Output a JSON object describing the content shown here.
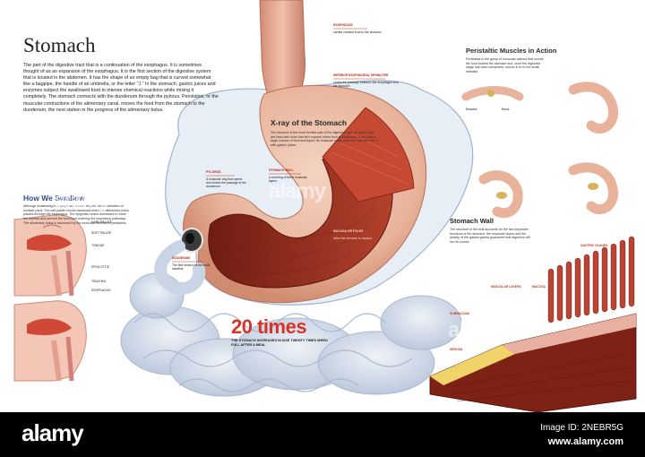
{
  "title": "Stomach",
  "intro": "The part of the digestive tract that is a continuation of the esophagus. It is sometimes thought of as an expansion of the esophagus. It is the first section of the digestive system that is located in the abdomen. It has the shape of an empty bag that is curved somewhat like a bagpipe, the handle of an umbrella, or the letter \"J.\" In the stomach, gastric juices and enzymes subject the swallowed food to intense chemical reactions while mixing it completely. The stomach connects with the duodenum through the pylorus. Peristalsis, or the muscular contractions of the alimentary canal, moves the food from the stomach to the duodenum, the next station in the progress of the alimentary bolus.",
  "sections": {
    "xray": {
      "heading": "X-ray of the Stomach",
      "text": "The stomach is the most flexible part of the digestive tract; its inner walls are lined with folds that let it expand when food is swallowed. It can hold a large volume of food and liquid. Its muscular walls churn the food and mix it with gastric juices."
    },
    "swallow": {
      "heading": "How We Swallow",
      "text": "Although swallowing is a simple act, it does require the coordination of multiple parts. The soft palate moves backward when the alimentary bolus passes through the esophagus. The epiglottis moves downward to close the trachea and prevent the food from entering the respiratory pathways. The alimentary bolus is advanced by the muscular motions of peristalsis."
    },
    "peristaltic": {
      "heading": "Peristaltic Muscles in Action",
      "text": "Peristalsis is the group of muscular actions that moves the food toward the stomach and, once the digestive stage has been completed, moves it on to the small intestine."
    },
    "wall": {
      "heading": "Stomach Wall",
      "text": "The structure of the wall accounts for the two important functions of the stomach: the muscular layers and the activity of the gastric glands guarantee that digestion will run its course."
    }
  },
  "labels": {
    "esophagus": "ESOPHAGUS",
    "esophagus_desc": "carries chewed food to the stomach",
    "sphincter": "INFERIOR ESOPHAGEAL SPHINCTER",
    "sphincter_desc": "closes the passage between the esophagus and the stomach",
    "pylorus": "PYLORUS",
    "pylorus_desc": "A muscular ring that opens and closes the passage to the duodenum",
    "stomach_wall_label": "STOMACH WALL",
    "stomach_wall_desc": "a covering of three muscular layers",
    "mucosa_folds": "MUCOSA OR FOLDS",
    "mucosa_desc": "allow the stomach to expand",
    "duodenum": "DUODENUM",
    "duodenum_desc": "The first section of the small intestine",
    "soft_palate": "SOFT PALATE",
    "hard_palate": "HARD PALATE",
    "tongue": "TONGUE",
    "epiglottis": "EPIGLOTTIS",
    "trachea": "TRACHEA",
    "esophagus_small": "ESOPHAGUS",
    "muscles_label": "Muscles",
    "bolus_label": "Bolus",
    "gastric_glands": "GASTRIC GLANDS",
    "muscle_layers": "MUSCULAR LAYERS",
    "mucosa": "MUCOSA",
    "submucosa": "SUBMUCOSA",
    "serosa": "SEROSA"
  },
  "stats": {
    "big_number": "20 times",
    "big_desc": "THE STOMACH INCREASES IN SIZE TWENTY TIMES WHEN FULL AFTER A MEAL"
  },
  "footer": {
    "brand": "alamy",
    "image_id": "Image ID: 2NEBR5G",
    "url": "www.alamy.com"
  },
  "watermark": "alamy",
  "colors": {
    "stomach": "#e8b9a0",
    "lining": "#9d3b2a",
    "intestine": "#c9d4e4",
    "muscle": "#b23324",
    "accent_red": "#c23a1e"
  }
}
